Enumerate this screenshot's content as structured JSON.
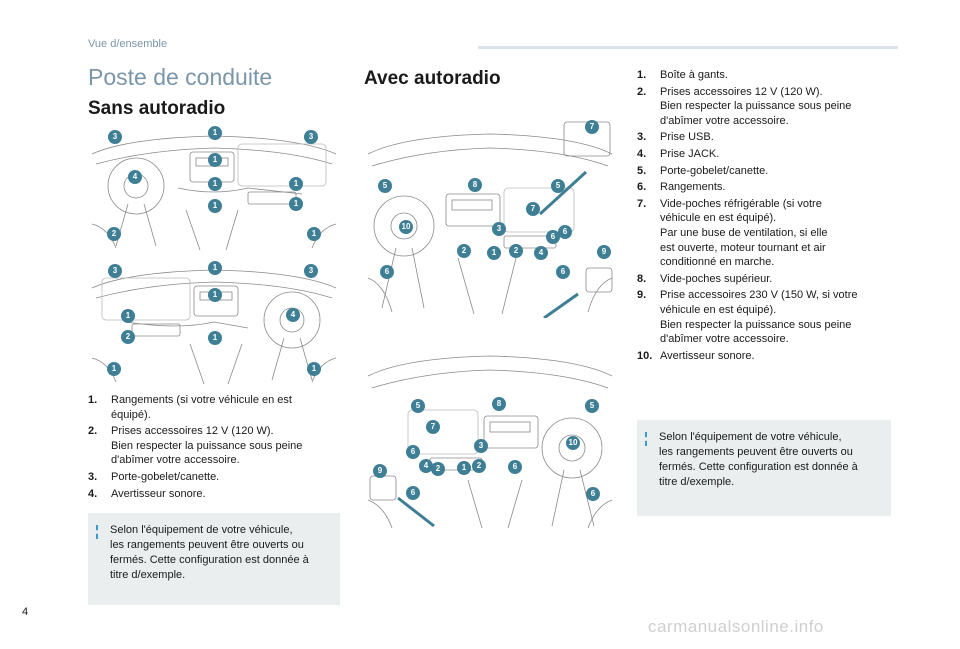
{
  "header": {
    "section": "Vue d/ensemble"
  },
  "page": {
    "title": "Poste de conduite",
    "number": "4",
    "watermark": "carmanualsonline.info"
  },
  "sans_autoradio": {
    "heading": "Sans autoradio",
    "diagram_top_callouts": [
      "3",
      "1",
      "3",
      "1",
      "1",
      "4",
      "1",
      "1",
      "2",
      "1",
      "1"
    ],
    "diagram_bottom_callouts": [
      "3",
      "1",
      "3",
      "1",
      "4",
      "1",
      "2",
      "1",
      "1",
      "1"
    ],
    "items": [
      {
        "num": "1.",
        "text": "Rangements (si votre véhicule en est\néquipé)."
      },
      {
        "num": "2.",
        "text": "Prises accessoires 12 V (120 W).\nBien respecter la puissance sous peine\nd'abîmer votre accessoire."
      },
      {
        "num": "3.",
        "text": "Porte-gobelet/canette."
      },
      {
        "num": "4.",
        "text": "Avertisseur sonore."
      }
    ],
    "note": "Selon l'équipement de votre véhicule,\nles rangements peuvent être ouverts ou\nfermés. Cette configuration est donnée à\ntitre d/exemple."
  },
  "avec_autoradio": {
    "heading": "Avec autoradio",
    "diagram_top_callouts": [
      "7",
      "5",
      "8",
      "5",
      "10",
      "7",
      "3",
      "6",
      "6",
      "2",
      "1",
      "2",
      "4",
      "9",
      "6",
      "6"
    ],
    "diagram_bottom_callouts": [
      "5",
      "8",
      "5",
      "7",
      "10",
      "3",
      "6",
      "9",
      "4",
      "2",
      "1",
      "2",
      "6",
      "6",
      "6"
    ],
    "items": [
      {
        "num": "1.",
        "text": "Boîte à gants."
      },
      {
        "num": "2.",
        "text": "Prises accessoires 12 V (120 W).\nBien respecter la puissance sous peine\nd'abîmer votre accessoire."
      },
      {
        "num": "3.",
        "text": "Prise USB."
      },
      {
        "num": "4.",
        "text": "Prise JACK."
      },
      {
        "num": "5.",
        "text": "Porte-gobelet/canette."
      },
      {
        "num": "6.",
        "text": "Rangements."
      },
      {
        "num": "7.",
        "text": "Vide-poches réfrigérable (si votre\nvéhicule en est équipé).\nPar une buse de ventilation, si elle\nest ouverte, moteur tournant et air\nconditionné en marche."
      },
      {
        "num": "8.",
        "text": "Vide-poches supérieur."
      },
      {
        "num": "9.",
        "text": "Prise accessoires 230 V (150 W, si votre\nvéhicule en est équipé).\nBien respecter la puissance sous peine\nd'abîmer votre accessoire."
      },
      {
        "num": "10.",
        "text": "Avertisseur sonore."
      }
    ],
    "note": "Selon l'équipement de votre véhicule,\nles rangements peuvent être ouverts ou\nfermés. Cette configuration est donnée à\ntitre d/exemple."
  },
  "colors": {
    "callout": "#3f7f95",
    "accent": "#7a96a8",
    "note_bg": "#eaeeee",
    "note_bar": "#3c9bd4"
  }
}
